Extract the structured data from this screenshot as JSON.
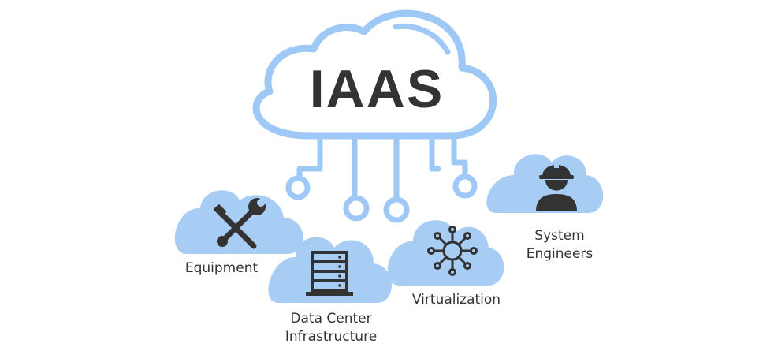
{
  "title": "IAAS",
  "colors": {
    "outline": "#9ec8f5",
    "cloud_fill": "#a8cdf4",
    "icon": "#333333",
    "text": "#333333"
  },
  "nodes": [
    {
      "id": "equipment",
      "label": "Equipment",
      "icon": "wrench-screwdriver-icon"
    },
    {
      "id": "datacenter",
      "label": "Data Center Infrastructure",
      "label_lines": [
        "Data Center",
        "Infrastructure"
      ],
      "icon": "server-rack-icon"
    },
    {
      "id": "virtualization",
      "label": "Virtualization",
      "icon": "network-hub-icon"
    },
    {
      "id": "engineers",
      "label": "System Engineers",
      "label_lines": [
        "System",
        "Engineers"
      ],
      "icon": "engineer-hardhat-icon"
    }
  ]
}
